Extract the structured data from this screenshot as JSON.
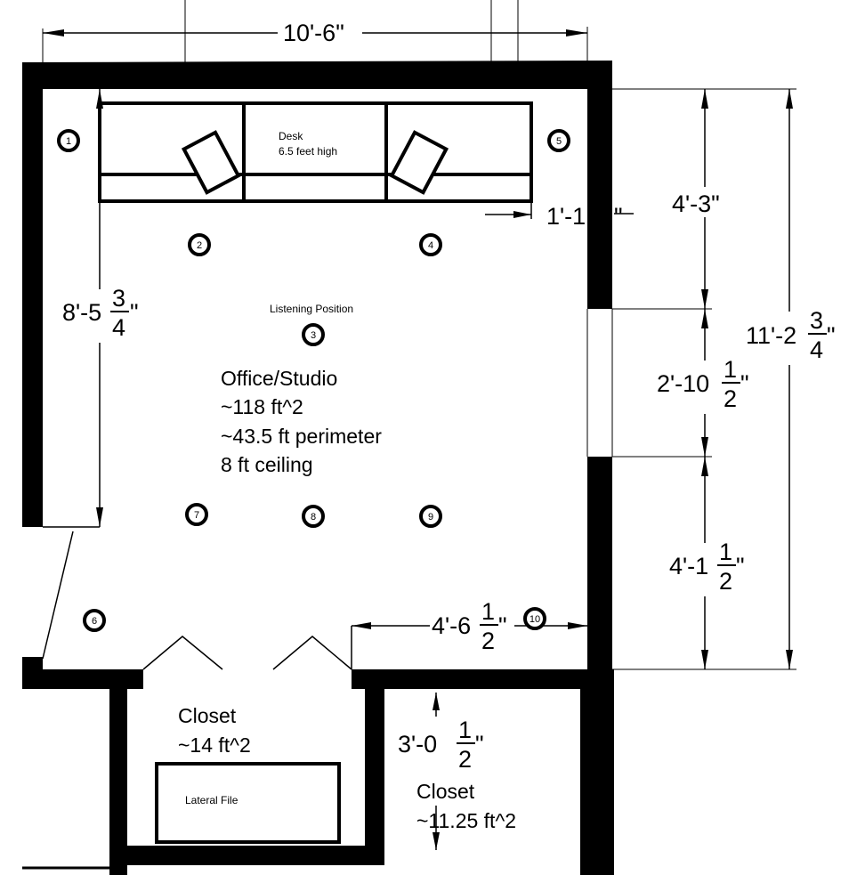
{
  "title": "Office/Studio floor plan",
  "room": {
    "name": "Office/Studio",
    "area": "~118 ft^2",
    "perimeter": "~43.5 ft perimeter",
    "ceiling": "8 ft ceiling"
  },
  "desk": {
    "label": "Desk",
    "height": "6.5 feet high"
  },
  "listening_position": "Listening Position",
  "closet_left": {
    "name": "Closet",
    "area": "~14 ft^2",
    "furniture": "Lateral File"
  },
  "closet_right": {
    "name": "Closet",
    "area": "~11.25 ft^2"
  },
  "markers": [
    "1",
    "2",
    "3",
    "4",
    "5",
    "6",
    "7",
    "8",
    "9",
    "10"
  ],
  "dimensions": {
    "top_width": {
      "main": "10'-6\""
    },
    "desk_offset": {
      "main": "1'-1",
      "tail": "\""
    },
    "left_height": {
      "main": "8'-5",
      "num": "3",
      "den": "4",
      "tail": "\""
    },
    "right_upper": {
      "main": "4'-3\""
    },
    "window": {
      "main": "2'-10",
      "num": "1",
      "den": "2",
      "tail": "\""
    },
    "right_lower": {
      "main": "4'-1",
      "num": "1",
      "den": "2",
      "tail": "\""
    },
    "total_height": {
      "main": "11'-2",
      "num": "3",
      "den": "4",
      "tail": "\""
    },
    "bottom_right": {
      "main": "4'-6",
      "num": "1",
      "den": "2",
      "tail": "\""
    },
    "closet_depth": {
      "main": "3'-0",
      "num": "1",
      "den": "2",
      "tail": "\""
    }
  }
}
